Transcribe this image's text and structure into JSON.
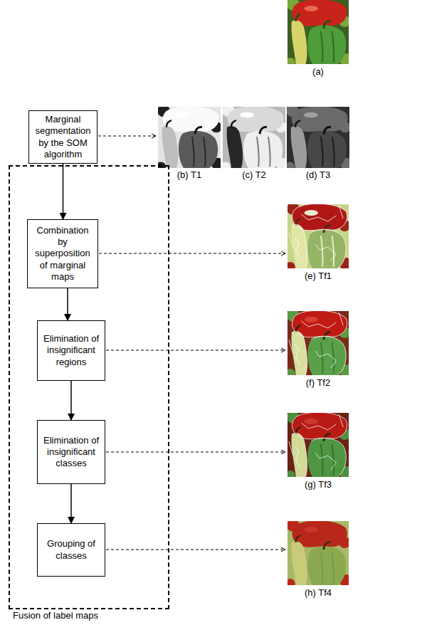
{
  "diagram": {
    "nodes": [
      {
        "text": [
          "Marginal segmentation by the SOM algorithm"
        ]
      },
      {
        "text": [
          "Fusion of label maps"
        ]
      },
      {
        "text": [
          "Combination by superposition of marginal maps"
        ],
        "in": 1
      },
      {
        "text": [
          "Elimination of insignificant regions"
        ],
        "in": 1
      },
      {
        "text": [
          "Elimination of insignificant classes"
        ],
        "in": 1
      },
      {
        "text": [
          "Grouping of classes"
        ],
        "in": 1
      }
    ],
    "edges": [
      {
        "from": 0,
        "to": 2,
        "arrow": "to"
      },
      {
        "from": 2,
        "to": 3,
        "arrow": "to"
      },
      {
        "from": 3,
        "to": 4,
        "arrow": "to"
      },
      {
        "from": 4,
        "to": 5,
        "arrow": "to"
      }
    ],
    "labels": [
      "(a)",
      "(b) T1",
      "(c) T2",
      "(d) T3",
      "(e) Tf1",
      "(f) Tf2",
      "(g) Tf3",
      "(h) Tf4"
    ]
  }
}
